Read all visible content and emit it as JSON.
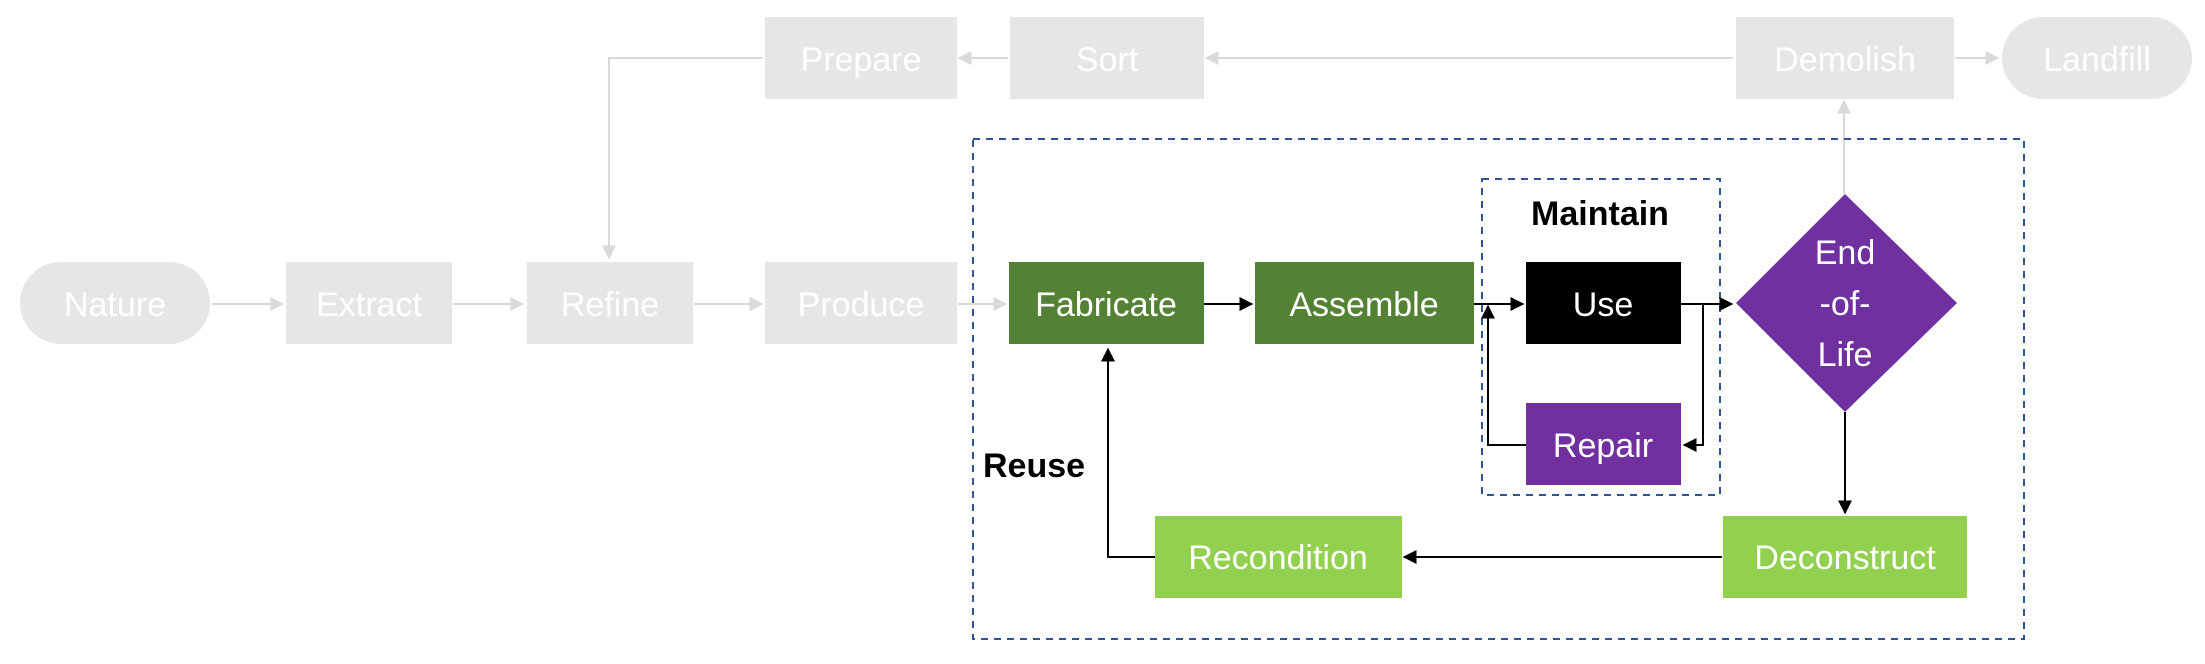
{
  "colors": {
    "faded_fill": "#e6e6e6",
    "faded_line": "#d9d9d9",
    "dark_green": "#548235",
    "light_green": "#92d050",
    "purple": "#7030a0",
    "black": "#000000",
    "dashed_border": "#2f5597",
    "white_text": "#ffffff"
  },
  "nodes": {
    "nature": "Nature",
    "extract": "Extract",
    "refine": "Refine",
    "produce": "Produce",
    "prepare": "Prepare",
    "sort": "Sort",
    "demolish": "Demolish",
    "landfill": "Landfill",
    "fabricate": "Fabricate",
    "assemble": "Assemble",
    "use": "Use",
    "repair": "Repair",
    "end_of_life": [
      "End",
      "-of-",
      "Life"
    ],
    "deconstruct": "Deconstruct",
    "recondition": "Recondition"
  },
  "labels": {
    "maintain": "Maintain",
    "reuse": "Reuse"
  }
}
